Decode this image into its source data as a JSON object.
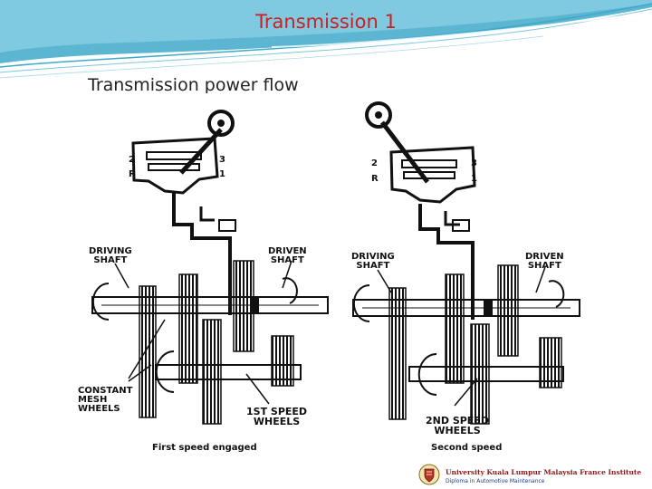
{
  "slide": {
    "title": "Transmission 1",
    "subtitle": "Transmission power flow"
  },
  "figure": {
    "left_panel": {
      "gate_labels": [
        "2",
        "R",
        "3",
        "1"
      ],
      "driving_shaft": "DRIVING\nSHAFT",
      "driven_shaft": "DRIVEN\nSHAFT",
      "constant_mesh": "CONSTANT\nMESH\nWHEELS",
      "speed_wheels": "1ST SPEED\nWHEELS",
      "caption": "First speed engaged"
    },
    "right_panel": {
      "gate_labels": [
        "2",
        "R",
        "3",
        "1"
      ],
      "driving_shaft": "DRIVING\nSHAFT",
      "driven_shaft": "DRIVEN\nSHAFT",
      "speed_wheels": "2ND SPEED\nWHEELS",
      "caption": "Second speed"
    }
  },
  "footer": {
    "institution": "University Kuala Lumpur Malaysia France Institute",
    "department": "Diploma in Automotive Maintenance"
  },
  "colors": {
    "title": "#cc1f1f",
    "header_swoosh": "#3fa9c9",
    "line_art": "#111111"
  }
}
